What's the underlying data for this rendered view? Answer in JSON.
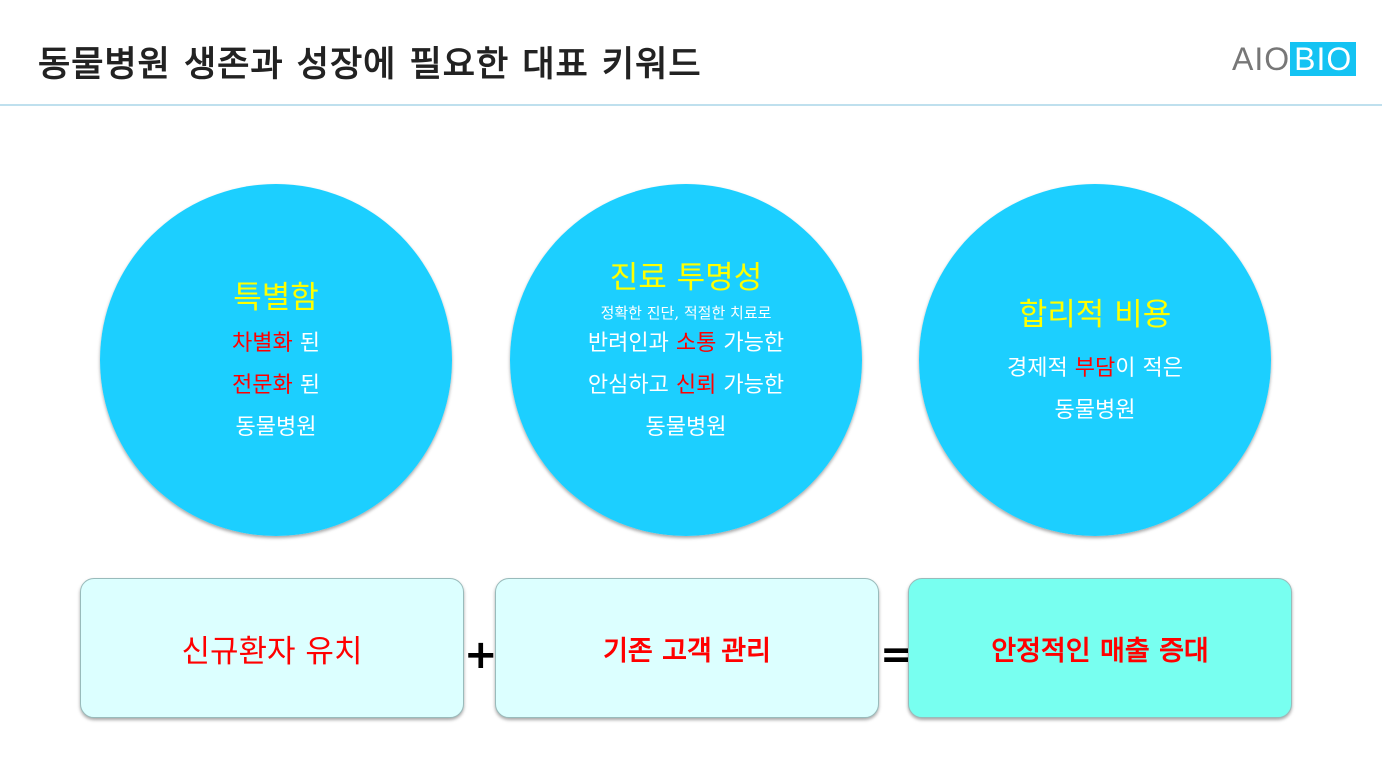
{
  "header": {
    "title": "동물병원 생존과 성장에 필요한 대표 키워드",
    "logo_left": "AIO",
    "logo_right": "BIO"
  },
  "circles": [
    {
      "title": "특별함",
      "lines": [
        [
          "차별화",
          " 된"
        ],
        [
          "전문화",
          " 된"
        ],
        [
          "동물병원"
        ]
      ]
    },
    {
      "title": "진료 투명성",
      "subtitle": "정확한 진단, 적절한 치료로",
      "lines": [
        [
          "반려인과 ",
          "소통",
          " 가능한"
        ],
        [
          "안심하고 ",
          "신뢰",
          " 가능한"
        ],
        [
          "동물병원"
        ]
      ]
    },
    {
      "title": "합리적 비용",
      "lines": [
        [
          "경제적 ",
          "부담",
          "이 적은"
        ],
        [
          "동물병원"
        ]
      ]
    }
  ],
  "formula": {
    "box1": "신규환자 유치",
    "plus": "+",
    "box2": "기존 고객 관리",
    "equals": "=",
    "box3": "안정적인 매출 증대"
  }
}
